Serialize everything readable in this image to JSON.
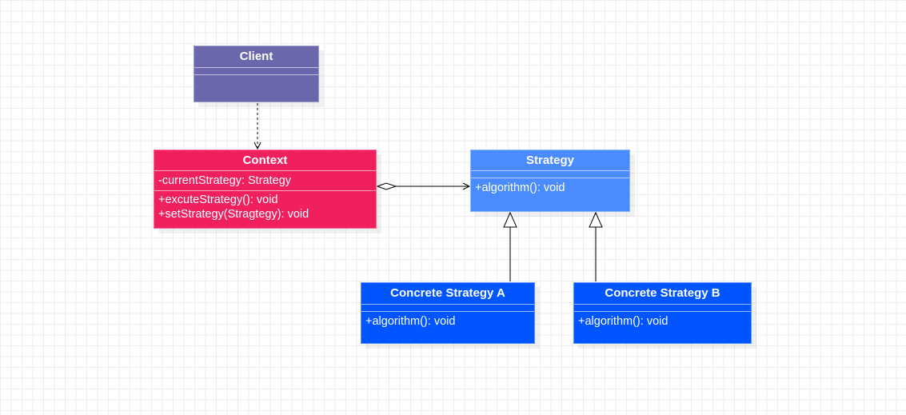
{
  "colors": {
    "client": "#6a67ac",
    "context": "#f0205f",
    "strategy": "#4a8cff",
    "concrete": "#0055ff"
  },
  "classes": {
    "client": {
      "name": "Client",
      "attributes": [],
      "methods": []
    },
    "context": {
      "name": "Context",
      "attributes": [
        "-currentStrategy: Strategy"
      ],
      "methods": [
        "+excuteStrategy(): void",
        "+setStrategy(Stragtegy): void"
      ]
    },
    "strategy": {
      "name": "Strategy",
      "attributes": [],
      "methods": [
        "+algorithm(): void"
      ]
    },
    "concrete_a": {
      "name": "Concrete Strategy A",
      "attributes": [],
      "methods": [
        "+algorithm(): void"
      ]
    },
    "concrete_b": {
      "name": "Concrete Strategy B",
      "attributes": [],
      "methods": [
        "+algorithm(): void"
      ]
    }
  },
  "relations": [
    {
      "from": "Client",
      "to": "Context",
      "type": "dependency"
    },
    {
      "from": "Context",
      "to": "Strategy",
      "type": "aggregation"
    },
    {
      "from": "Concrete Strategy A",
      "to": "Strategy",
      "type": "generalization"
    },
    {
      "from": "Concrete Strategy B",
      "to": "Strategy",
      "type": "generalization"
    }
  ]
}
